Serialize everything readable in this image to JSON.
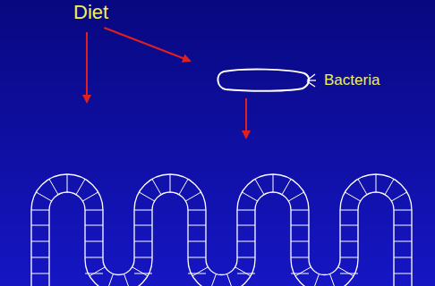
{
  "diagram": {
    "nodes": [
      {
        "text": [
          "Diet"
        ]
      },
      {
        "text": [
          "Bacteria"
        ]
      }
    ],
    "edges": [
      {
        "from": 0,
        "to": 1,
        "arrow": "to"
      }
    ]
  }
}
